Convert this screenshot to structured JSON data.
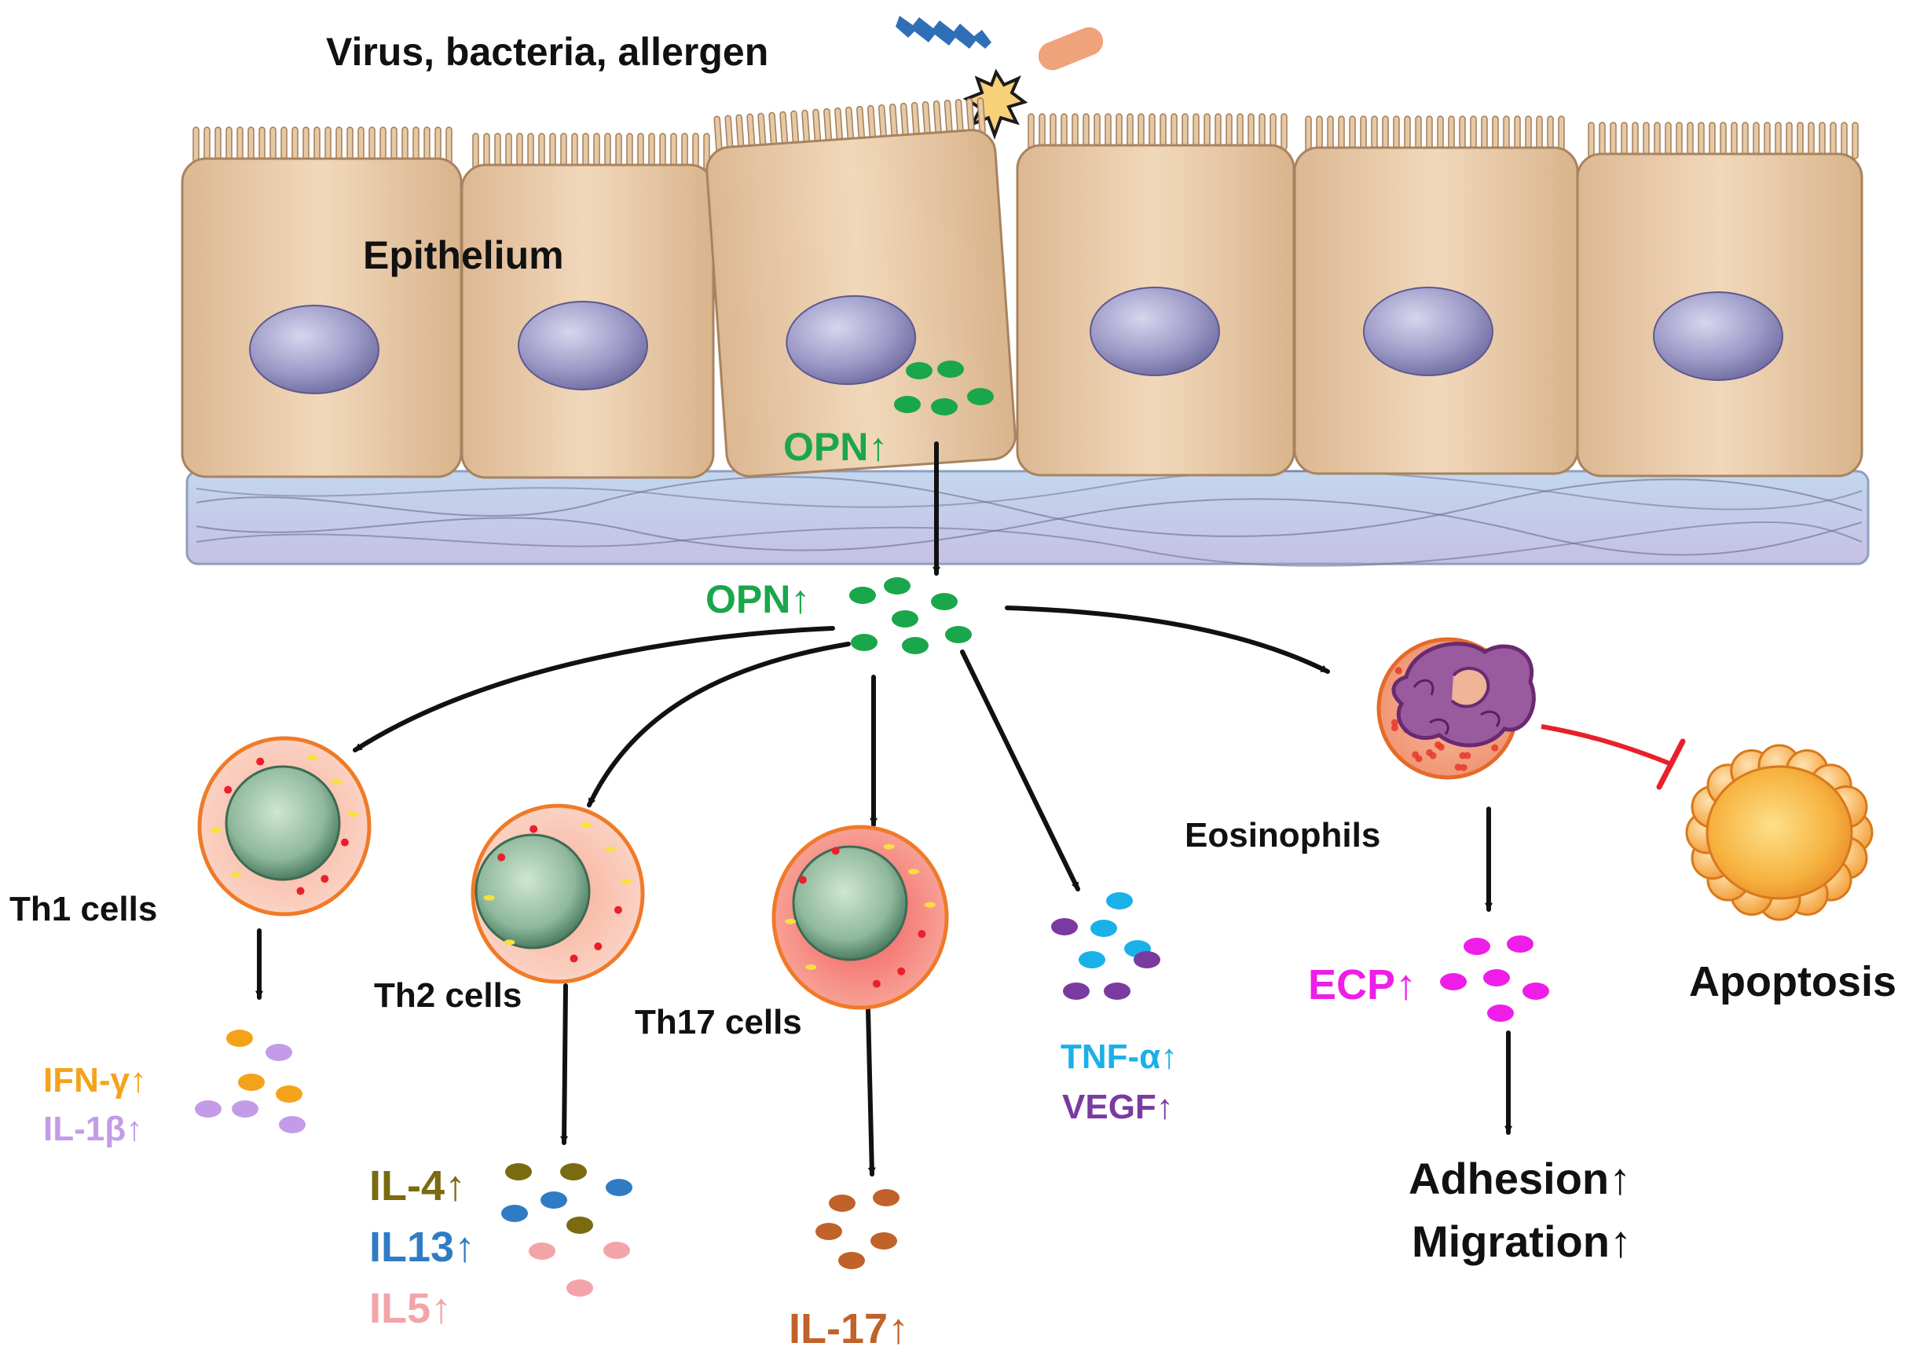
{
  "title": "",
  "labels": {
    "stimulus": "Virus, bacteria, allergen",
    "epithelium": "Epithelium",
    "opn_epithelial": "OPN↑",
    "opn_secreted": "OPN↑",
    "th1": "Th1 cells",
    "th2": "Th2 cells",
    "th17": "Th17 cells",
    "eosinophils": "Eosinophils",
    "apoptosis": "Apoptosis",
    "adhesion": "Adhesion↑",
    "migration": "Migration↑"
  },
  "cytokines": {
    "ifn_gamma": "IFN-γ↑",
    "il1b": "IL-1β↑",
    "il4": "IL-4↑",
    "il13": "IL13↑",
    "il5": "IL5↑",
    "il17": "IL-17↑",
    "tnf_alpha": "TNF-α↑",
    "vegf": "VEGF↑",
    "ecp": "ECP↑"
  },
  "colors": {
    "opn": "#1aa64a",
    "ifn_gamma": "#f5a21b",
    "il1b": "#c49be8",
    "il4": "#7a6a10",
    "il13": "#2f7cc4",
    "il5": "#f3a4a8",
    "il17": "#c0622a",
    "tnf_alpha": "#1ab0e8",
    "vegf": "#7a3aa0",
    "ecp": "#ee1ee8",
    "inhibition": "#e8202a",
    "cell_body": "#e9cca8",
    "nucleus": "#9c9ac6"
  }
}
